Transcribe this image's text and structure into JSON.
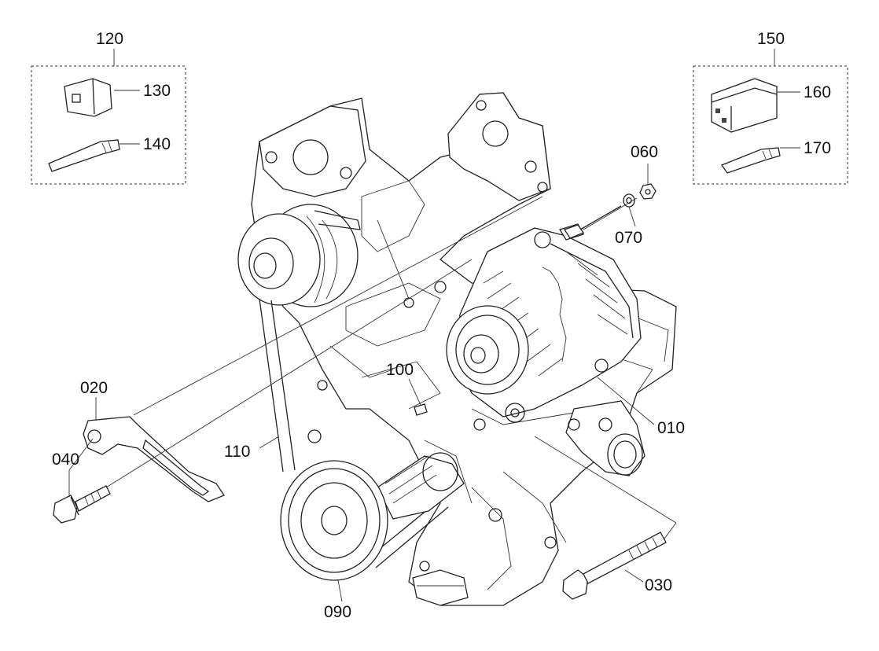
{
  "callouts": {
    "c010": "010",
    "c020": "020",
    "c030": "030",
    "c040": "040",
    "c060": "060",
    "c070": "070",
    "c090": "090",
    "c100": "100",
    "c110": "110",
    "c120": "120",
    "c130": "130",
    "c140": "140",
    "c150": "150",
    "c160": "160",
    "c170": "170"
  }
}
